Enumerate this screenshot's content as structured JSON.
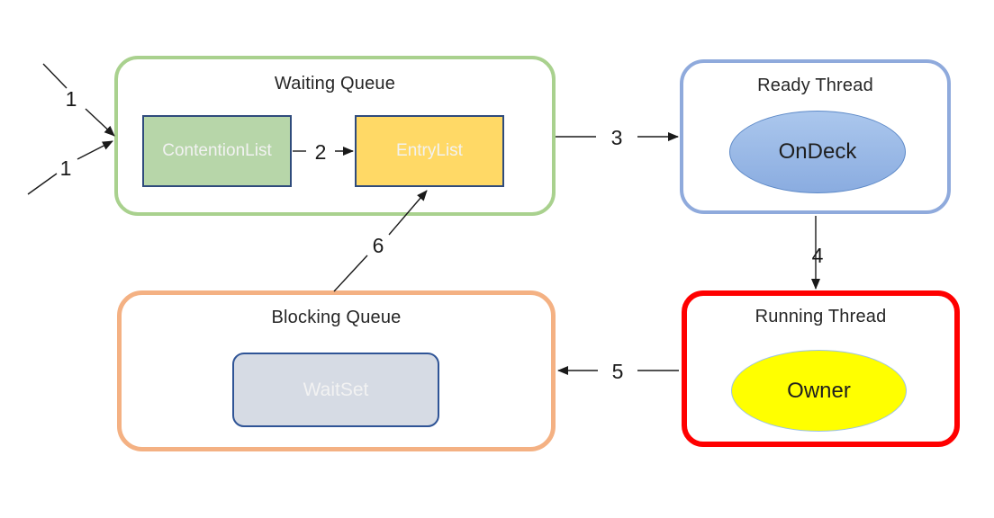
{
  "groups": {
    "waiting_queue": {
      "title": "Waiting Queue"
    },
    "ready_thread": {
      "title": "Ready Thread"
    },
    "blocking_queue": {
      "title": "Blocking Queue"
    },
    "running_thread": {
      "title": "Running Thread"
    }
  },
  "nodes": {
    "contention_list": {
      "label": "ContentionList"
    },
    "entry_list": {
      "label": "EntryList"
    },
    "on_deck": {
      "label": "OnDeck"
    },
    "wait_set": {
      "label": "WaitSet"
    },
    "owner": {
      "label": "Owner"
    }
  },
  "edges": [
    {
      "label": "1",
      "from": "outside-upper-left",
      "to": "waiting_queue"
    },
    {
      "label": "1",
      "from": "outside-lower-left",
      "to": "waiting_queue"
    },
    {
      "label": "2",
      "from": "contention_list",
      "to": "entry_list"
    },
    {
      "label": "3",
      "from": "waiting_queue",
      "to": "ready_thread"
    },
    {
      "label": "4",
      "from": "ready_thread",
      "to": "running_thread"
    },
    {
      "label": "5",
      "from": "running_thread",
      "to": "blocking_queue"
    },
    {
      "label": "6",
      "from": "blocking_queue",
      "to": "entry_list"
    }
  ],
  "colors": {
    "waiting-border": "#a9d18e",
    "ready-border": "#8faadc",
    "blocking-border": "#f4b183",
    "running-border": "#ff0000",
    "contention-fill": "#b7d6a9",
    "contention-border": "#2f4b7c",
    "entry-fill": "#ffd966",
    "entry-border": "#2f4b7c",
    "waitset-fill": "#d6dbe4",
    "waitset-border": "#2f5496",
    "ondeck-fill-top": "#abc7ed",
    "ondeck-fill-bottom": "#8aace0",
    "ondeck-border": "#5e8ac8",
    "owner-fill": "#ffff00",
    "owner-border": "#9cc2e5",
    "node-text": "#f2f2f2",
    "title-text": "#262626",
    "edge-color": "#1a1a1a"
  }
}
